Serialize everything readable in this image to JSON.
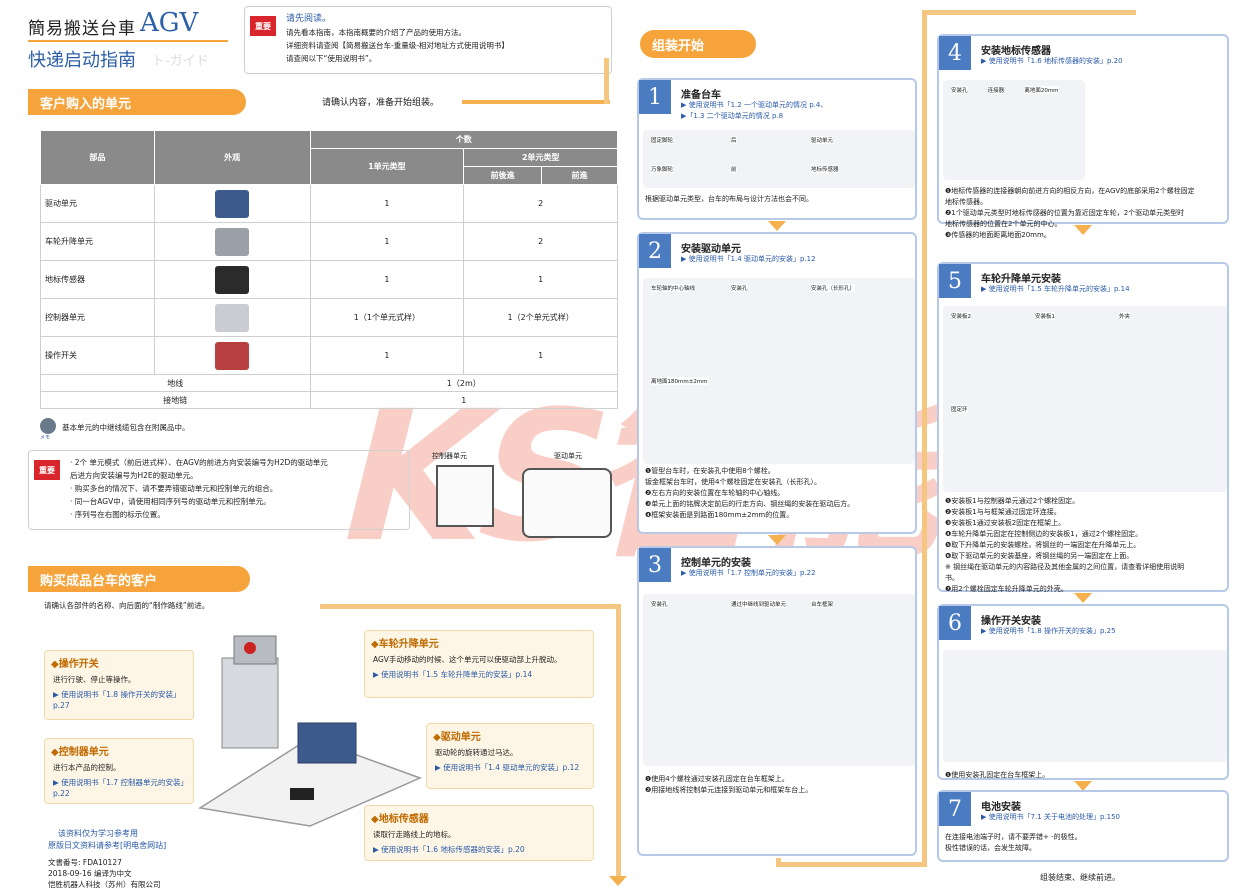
{
  "header": {
    "title_jp": "簡易搬送台車",
    "title_agv": "AGV",
    "subtitle": "快递启动指南",
    "subtitle_faded": "ト-ガイド",
    "important_badge": "重要",
    "notice_title": "请先阅读。",
    "notice_lines": [
      "请先看本指南，本指南概要的介绍了产品的使用方法。",
      "详细资料请查阅【简易搬送台车-重量级-相对地址方式使用说明书】",
      "请查阅以下“使用说明书”。"
    ]
  },
  "customer_units": {
    "band_label": "客户购入的单元",
    "confirm_text": "请确认内容，准备开始组装。",
    "table": {
      "col_part": "部品",
      "col_look": "外观",
      "col_count": "个数",
      "col_type1": "1单元类型",
      "col_type2": "2单元类型",
      "col_front": "前後進",
      "col_front2": "前進",
      "rows": [
        {
          "name": "驱动单元",
          "c1": "1",
          "c2": "2",
          "color": "#3d5a8c"
        },
        {
          "name": "车轮升降单元",
          "c1": "1",
          "c2": "2",
          "color": "#9aa0a8"
        },
        {
          "name": "地标传感器",
          "c1": "1",
          "c2": "1",
          "color": "#2b2b2b"
        },
        {
          "name": "控制器单元",
          "c1": "1（1个单元式样）",
          "c2": "1（2个单元式样）",
          "color": "#c9ccd1"
        },
        {
          "name": "操作开关",
          "c1": "1",
          "c2": "1",
          "color": "#b84040"
        }
      ],
      "cable_label": "地线",
      "cable_value": "1（2m）",
      "chain_label": "接地链",
      "chain_value": "1"
    },
    "memo_icon_label": "メモ",
    "memo_text": "基本单元的中继线缆包含在附属品中。",
    "important2_badge": "重要",
    "important2_lines": [
      "· 2个 单元模式（前后进式样）、在AGV的前进方向安装编号为H2D的驱动单元",
      "  后进方向安装编号为H2E的驱动单元。",
      "· 购买多台的情况下、请不要弄错驱动单元和控制单元的组合。",
      "· 同一台AGV中，请使用相同序列号的驱动单元和控制单元。",
      "· 序列号在右图的标示位置。"
    ],
    "controller_label": "控制器单元",
    "drive_label": "驱动单元"
  },
  "finished_cart": {
    "band_label": "购买成品台车的客户",
    "intro": "请确认各部件的名称、向后面的“制作路线”前进。",
    "callouts": [
      {
        "title": "◆操作开关",
        "text": "进行行驶、停止等操作。",
        "link": "▶ 使用说明书「1.8 操作开关的安装」p.27"
      },
      {
        "title": "◆控制器单元",
        "text": "进行本产品的控制。",
        "link": "▶ 使用说明书「1.7 控制器单元的安装」p.22"
      },
      {
        "title": "◆车轮升降单元",
        "text": "AGV手动移动的时候、这个单元可以使驱动部上升脱动。",
        "link": "▶ 使用说明书「1.5 车轮升降单元的安装」p.14"
      },
      {
        "title": "◆驱动单元",
        "text": "驱动轮的旋转通过马达。",
        "link": "▶ 使用说明书「1.4 驱动单元的安装」p.12"
      },
      {
        "title": "◆地标传感器",
        "text": "读取行走路线上的地标。",
        "link": "▶ 使用说明书「1.6 地标传感器的安装」p.20"
      }
    ]
  },
  "footer": {
    "ref_line1": "该资料仅为学习参考用",
    "ref_line2": "原版日文资料请参考[明电舍网站]",
    "doc_no": "文書番号: FDA10127",
    "date": "2018-09-16 编译为中文",
    "company": "恺胜机器人科技（苏州）有限公司"
  },
  "assembly": {
    "band_label": "组装开始",
    "end_text": "组装结束、继续前进。",
    "steps": [
      {
        "num": "1",
        "title": "准备台车",
        "ref": "▶ 使用说明书「1.2 一个驱动单元的情况 p.4、",
        "ref2": "▶「1.3 二个驱动单元的情况 p.8",
        "labels": [
          "固定脚轮",
          "后",
          "驱动单元",
          "万象脚轮",
          "前",
          "地标传感器"
        ],
        "notes": [
          "根据驱动单元类型，台车的布局与设计方法也会不同。"
        ]
      },
      {
        "num": "2",
        "title": "安装驱动单元",
        "ref": "▶ 使用说明书「1.4 驱动单元的安装」p.12",
        "labels": [
          "车轮轴的中心轴线",
          "安装孔",
          "安装孔（长形孔）",
          "离地面180mm±2mm"
        ],
        "notes": [
          "❶管型台车时，在安装孔中使用8个螺栓。",
          "  钣金框架台车时，使用4个螺栓固定在安装孔（长形孔）。",
          "❷左右方向的安装位置在车轮轴的中心轴线。",
          "❸单元上面的铭牌决定前后的行走方向、钢丝绳的安装在驱动后方。",
          "❹框架安装面是到路面180mm±2mm的位置。"
        ]
      },
      {
        "num": "3",
        "title": "控制单元的安装",
        "ref": "▶ 使用说明书「1.7 控制单元的安装」p.22",
        "labels": [
          "安装孔",
          "通过中继线到驱动单元",
          "台车框架"
        ],
        "notes": [
          "❶使用4个螺栓通过安装孔固定在台车框架上。",
          "❷用接地线将控制单元连接到驱动单元和框架车台上。"
        ]
      },
      {
        "num": "4",
        "title": "安装地标传感器",
        "ref": "▶ 使用说明书「1.6 地标传感器的安装」p.20",
        "labels": [
          "安装孔",
          "连接器",
          "离地面20mm"
        ],
        "notes": [
          "❶地标传感器的连接器朝向前进方向的相反方向，在AGV的底部采用2个螺栓固定",
          "  地标传感器。",
          "❷1个驱动单元类型时地标传感器的位置为靠近固定车轮，2个驱动单元类型时",
          "  地标传感器的位置在2个单元的中心。",
          "❸传感器的地面距离地面20mm。"
        ]
      },
      {
        "num": "5",
        "title": "车轮升降单元安装",
        "ref": "▶ 使用说明书「1.5 车轮升降单元的安装」p.14",
        "labels": [
          "安装板2",
          "安装板1",
          "外夹",
          "固定环"
        ],
        "notes": [
          "❶安装板1与控制器单元通过2个螺栓固定。",
          "❷安装板1与与框架通过固定环连接。",
          "❸安装板1通过安装板2固定在框架上。",
          "❹车轮升降单元固定在控制侧边的安装板1，通过2个螺栓固定。",
          "❺取下升降单元的安装螺栓，将钢丝的一端固定在升降单元上。",
          "❻取下驱动单元的安装基座，将钢丝绳的另一端固定在上面。",
          "  ※ 钢丝绳在驱动单元的内容路径及其他金属的之间位置，请查看详细使用说明",
          "  书。",
          "❼用2个螺栓固定车轮升降单元的外壳。"
        ]
      },
      {
        "num": "6",
        "title": "操作开关安装",
        "ref": "▶ 使用说明书「1.8 操作开关的安装」p.25",
        "labels": [],
        "notes": [
          "❶使用安装孔固定在台车框架上。"
        ]
      },
      {
        "num": "7",
        "title": "电池安装",
        "ref": "▶ 使用说明书「7.1 关于电池的处理」p.150",
        "labels": [],
        "notes": [
          "在连接电池端子时，请不要弄错+ -的极性。",
          "极性错误的话，会发生故障。"
        ]
      }
    ]
  },
  "watermark": "KS智能",
  "colors": {
    "accent": "#f5a33a",
    "step_blue": "#4b7bc1",
    "link": "#2a5aa8",
    "important_red": "#d8262c"
  }
}
